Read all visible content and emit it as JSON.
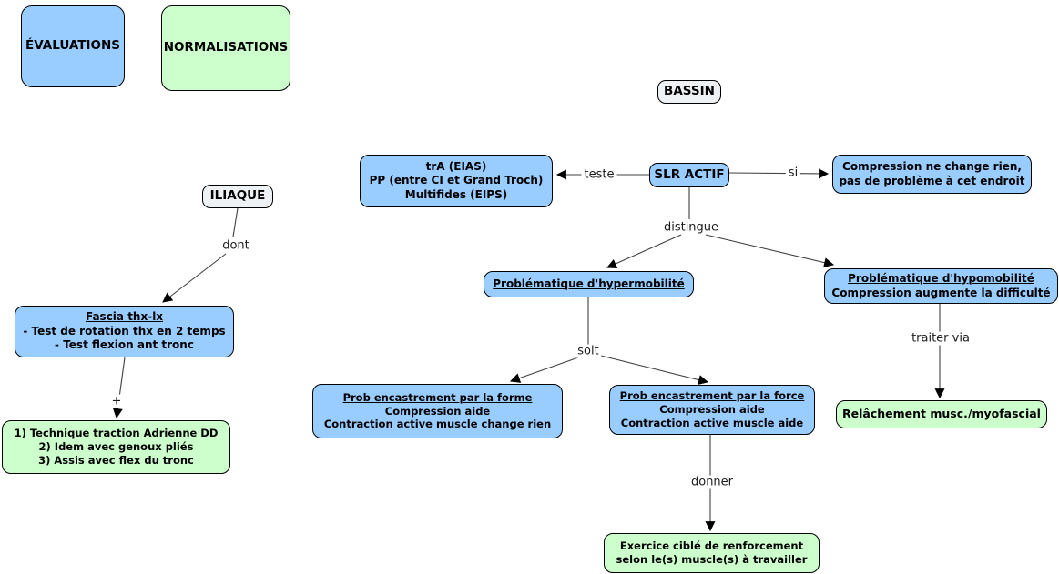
{
  "diagram": {
    "legend": {
      "evaluations": "ÉVALUATIONS",
      "normalisations": "NORMALISATIONS"
    },
    "colors": {
      "evaluation_blue": "#99CCFF",
      "normalisation_green": "#CCFFCC",
      "neutral_light": "#EFF2F5",
      "border": "#000000",
      "line": "#404040"
    },
    "nodes": {
      "bassin": {
        "label": "BASSIN"
      },
      "iliaque": {
        "label": "ILIAQUE"
      },
      "slr_actif": {
        "label": "SLR ACTIF"
      },
      "tra_pp_multifides": {
        "lines": [
          "trA (EIAS)",
          "PP (entre CI et Grand Troch)",
          "Multifides (EIPS)"
        ]
      },
      "compression_ne_change_rien": {
        "lines": [
          "Compression ne change rien,",
          "pas de problème à cet endroit"
        ]
      },
      "hypermobilite": {
        "title": "Problématique d'hypermobilité"
      },
      "hypomobilite": {
        "title": "Problématique d'hypomobilité",
        "line2": "Compression augmente la difficulté"
      },
      "encastrement_forme": {
        "title": "Prob encastrement par la forme",
        "lines": [
          "Compression aide",
          "Contraction active muscle change rien"
        ]
      },
      "encastrement_force": {
        "title": "Prob encastrement par la force",
        "lines": [
          "Compression aide",
          "Contraction active muscle aide"
        ]
      },
      "relachement": {
        "label": "Relâchement musc./myofascial"
      },
      "exercice": {
        "lines": [
          "Exercice ciblé de renforcement",
          "selon le(s) muscle(s) à travailler"
        ]
      },
      "fascia": {
        "title": "Fascia thx-lx",
        "lines": [
          "- Test de rotation thx en 2 temps",
          "- Test flexion ant tronc"
        ]
      },
      "techniques": {
        "lines": [
          "1) Technique traction Adrienne DD",
          "2) Idem avec genoux pliés",
          "3) Assis avec flex du tronc"
        ]
      }
    },
    "edge_labels": {
      "teste": "teste",
      "si": "si",
      "distingue": "distingue",
      "soit": "soit",
      "traiter_via": "traiter via",
      "donner": "donner",
      "dont": "dont",
      "plus": "+"
    }
  }
}
